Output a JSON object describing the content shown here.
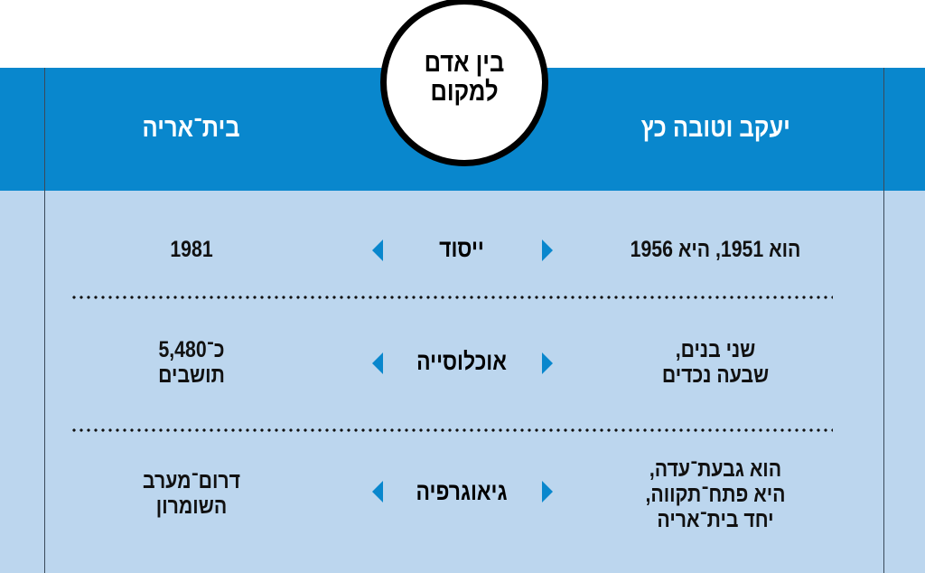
{
  "title": "בין אדם למקום",
  "columns": {
    "right": "יעקב וטובה כץ",
    "left": "בית־אריה"
  },
  "rows": [
    {
      "label": "ייסוד",
      "right": "הוא 1951, היא 1956",
      "left": "1981"
    },
    {
      "label": "אוכלוסייה",
      "right": "שני בנים,\nשבעה נכדים",
      "left": "כ־5,480\nתושבים"
    },
    {
      "label": "גיאוגרפיה",
      "right": "הוא גבעת־עדה,\nהיא פתח־תקווה,\nיחד בית־אריה",
      "left": "דרום־מערב\nהשומרון"
    }
  ],
  "colors": {
    "header": "#0987cd",
    "body": "#bcd6ee",
    "arrow": "#0987cd"
  }
}
